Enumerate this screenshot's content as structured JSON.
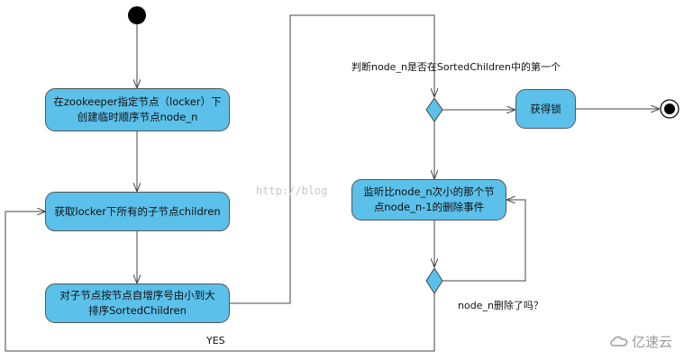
{
  "nodes": {
    "create": {
      "line1": "在zookeeper指定节点（locker）下",
      "line2": "创建临时顺序节点node_n"
    },
    "get_children": {
      "text": "获取locker下所有的子节点children"
    },
    "sort": {
      "line1": "对子节点按节点自增序号由小到大",
      "line2": "排序SortedChildren"
    },
    "acquire": {
      "text": "获得锁"
    },
    "watch": {
      "line1": "监听比node_n次小的那个节",
      "line2": "点node_n-1的删除事件"
    }
  },
  "labels": {
    "check_first": "判断node_n是否在SortedChildren中的第一个",
    "deleted_question": "node_n删除了吗？",
    "yes": "YES"
  },
  "watermark": "http://blog",
  "brand": "亿速云",
  "colors": {
    "node_fill": "#5bc0ea",
    "line": "#444444",
    "decision_fill": "#5bc0ea"
  }
}
